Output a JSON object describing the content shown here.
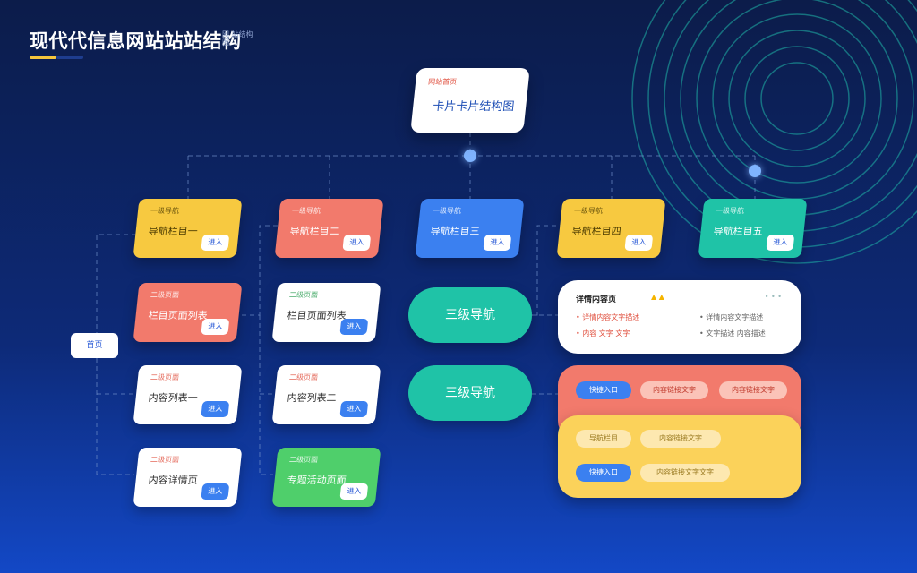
{
  "header": {
    "title": "现代代信息网站站站结构",
    "subtitle": "网 站结构图"
  },
  "top_node": {
    "tag": "网站首页",
    "label": "卡片卡片结构图"
  },
  "level1": [
    {
      "cat": "一级导航",
      "label": "导航栏目一",
      "btn": "进入"
    },
    {
      "cat": "一级导航",
      "label": "导航栏目二",
      "btn": "进入"
    },
    {
      "cat": "一级导航",
      "label": "导航栏目三",
      "btn": "进入"
    },
    {
      "cat": "一级导航",
      "label": "导航栏目四",
      "btn": "进入"
    },
    {
      "cat": "一级导航",
      "label": "导航栏目五",
      "btn": "进入"
    }
  ],
  "level2_left": [
    {
      "cat": "二级页面",
      "label": "栏目页面列表",
      "btn": "进入"
    },
    {
      "cat": "二级页面",
      "label": "内容列表一",
      "btn": "进入"
    },
    {
      "cat": "二级页面",
      "label": "内容详情页",
      "btn": "进入"
    }
  ],
  "level2_right": [
    {
      "cat": "二级页面",
      "label": "栏目页面列表",
      "btn": "进入"
    },
    {
      "cat": "二级页面",
      "label": "内容列表二",
      "btn": "进入"
    },
    {
      "cat": "二级页面",
      "label": "专题活动页面",
      "btn": "进入"
    }
  ],
  "side_node": "首页",
  "pills": [
    "三级导航",
    "三级导航"
  ],
  "detail": {
    "head": "详情内容页",
    "marks": "▲ ▲",
    "dots": "• • •",
    "line1a": "• 详情内容文字描述",
    "line1b": "• 详情内容文字描述",
    "line2a": "• 内容 文字 文字",
    "line2b": "• 文字描述 内容描述"
  },
  "red_chips": [
    "快捷入口",
    "内容链接文字",
    "内容链接文字"
  ],
  "yellow_chips": [
    "导航栏目",
    "内容链接文字",
    "快捷入口",
    "内容链接文字文字"
  ],
  "colors": {
    "background_top": "#0c1c4a",
    "background_bottom": "#1348c6",
    "yellow": "#f7c940",
    "coral": "#f27a6c",
    "blue": "#3b80f0",
    "teal": "#1fc3a7",
    "green": "#4fcf6b"
  }
}
